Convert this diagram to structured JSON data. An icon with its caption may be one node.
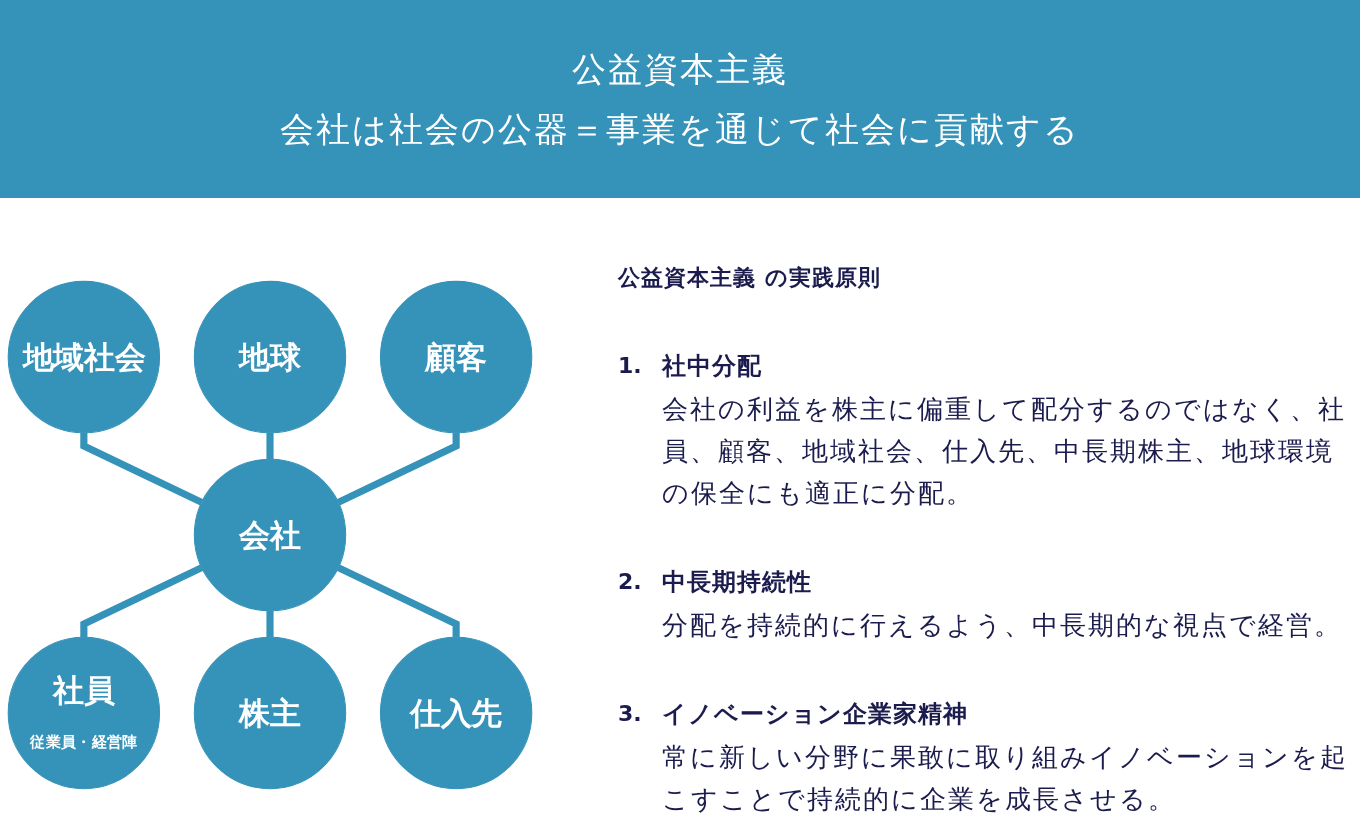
{
  "diagram": {
    "title": "公益資本主義",
    "nodes": [
      {
        "text": [
          "地球"
        ]
      },
      {
        "text": [
          "地域社会"
        ]
      },
      {
        "text": [
          "顧客"
        ]
      },
      {
        "text": [
          "会社"
        ]
      },
      {
        "text": [
          "社員",
          "従業員・経営陣"
        ]
      },
      {
        "text": [
          "仕入先"
        ]
      },
      {
        "text": [
          "株主"
        ]
      }
    ],
    "edges": [
      {
        "from": 1,
        "to": 3,
        "arrow": "none"
      },
      {
        "from": 0,
        "to": 3,
        "arrow": "none"
      },
      {
        "from": 2,
        "to": 3,
        "arrow": "none"
      },
      {
        "from": 3,
        "to": 4,
        "arrow": "none"
      },
      {
        "from": 3,
        "to": 6,
        "arrow": "none"
      },
      {
        "from": 3,
        "to": 5,
        "arrow": "none"
      }
    ],
    "labels": [
      "会社は社会の公器＝事業を通じて社会に貢献する",
      "公益資本主義 の実践原則",
      "1.",
      "社中分配",
      "会社の利益を株主に偏重して配分するのではなく、社員、顧客、地域社会、仕入先、中長期株主、地球環境の保全にも適正に分配。",
      "2.",
      "中長期持続性",
      "分配を持続的に行えるよう、中長期的な視点で経営。",
      "3.",
      "イノベーション企業家精神",
      "常に新しい分野に果敢に取り組みイノベーションを起こすことで持続的に企業を成長させる。"
    ]
  }
}
